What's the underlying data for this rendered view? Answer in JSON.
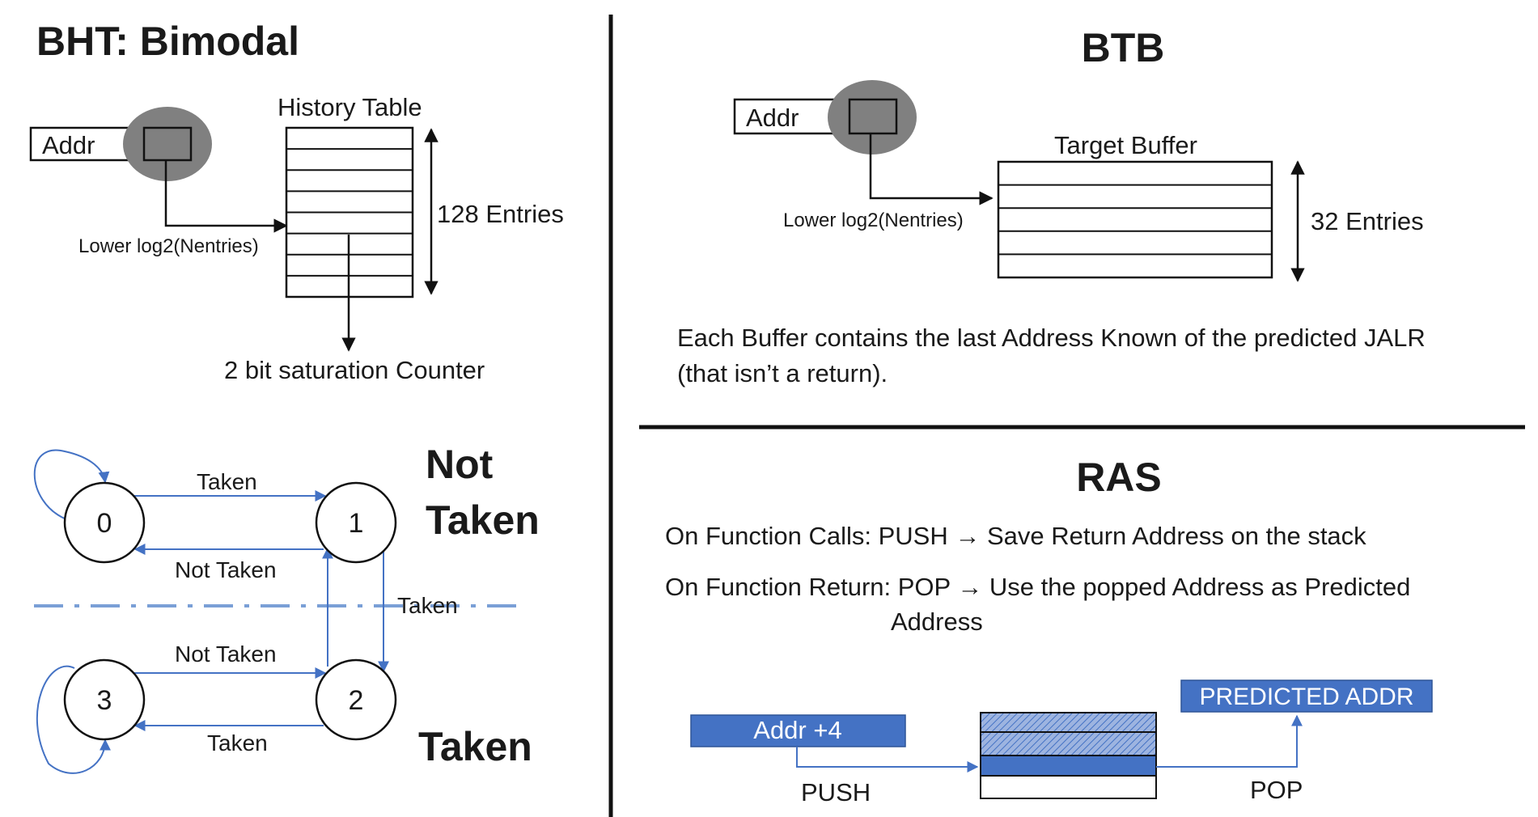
{
  "bht": {
    "title": "BHT: Bimodal",
    "addr_label": "Addr",
    "table_title": "History Table",
    "entries_label": "128 Entries",
    "index_label": "Lower log2(Nentries)",
    "counter_label": "2 bit saturation Counter",
    "fsm": {
      "states": [
        "0",
        "1",
        "2",
        "3"
      ],
      "edge_taken_0_1": "Taken",
      "edge_nottaken_1_0": "Not Taken",
      "edge_taken_1_2": "Taken",
      "edge_nottaken_3_2": "Not Taken",
      "edge_taken_2_3": "Taken",
      "region_not_taken": [
        "Not",
        "Taken"
      ],
      "region_taken": "Taken"
    }
  },
  "btb": {
    "title": "BTB",
    "addr_label": "Addr",
    "buffer_title": "Target Buffer",
    "entries_label": "32 Entries",
    "index_label": "Lower log2(Nentries)",
    "description": [
      "Each Buffer contains the last Address Known of the predicted JALR",
      "(that isn’t a return)."
    ]
  },
  "ras": {
    "title": "RAS",
    "line_call": "On Function Calls: PUSH → Save Return Address on the stack",
    "line_return_1": "On Function Return: POP → Use the popped Address as Predicted",
    "line_return_2": "Address",
    "push_box": "Addr +4",
    "push_label": "PUSH",
    "pop_box": "PREDICTED ADDR",
    "pop_label": "POP"
  },
  "colors": {
    "accent_blue": "#4472c4",
    "highlight_grey": "#7f7f7f",
    "line_black": "#111111"
  }
}
